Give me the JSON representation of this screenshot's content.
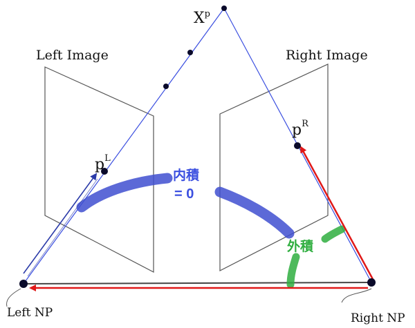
{
  "labels": {
    "left_image": "Left Image",
    "right_image": "Right Image",
    "xp_base": "X",
    "xp_sup": "p",
    "pl_base": "p",
    "pl_sup": "L",
    "pr_base": "p",
    "pr_sup": "R",
    "left_np": "Left NP",
    "right_np": "Right NP",
    "inner_product_line1": "内積",
    "inner_product_line2": "= 0",
    "outer_product": "外積"
  },
  "colors": {
    "frame": "#555555",
    "ray": "#3b4fe0",
    "baseline": "#444444",
    "red_arrow": "#e01818",
    "blue_arrow": "#2a3aa8",
    "blue_stroke": "#3f4fd0",
    "green_stroke": "#2fae3f",
    "point": "#0a0a2a",
    "inner_text": "#3b4fe0",
    "outer_text": "#2fae3f"
  }
}
